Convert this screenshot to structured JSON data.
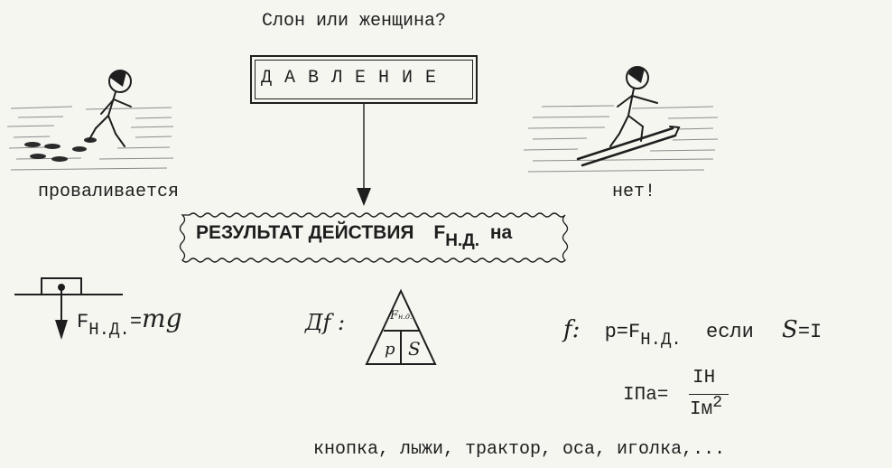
{
  "header": {
    "question": "Слон или женщина?",
    "main_box": "Д А В Л Е Н И Е"
  },
  "left_scene": {
    "caption": "проваливается"
  },
  "right_scene": {
    "caption": "нет!"
  },
  "result_box": {
    "text": "РЕЗУЛЬТАТ ДЕЙСТВИЯ",
    "force_symbol": "F",
    "force_subscript": "Н.Д.",
    "tail": "на"
  },
  "gravity": {
    "force_symbol": "F",
    "force_subscript": "Н.Д.",
    "equals": "=",
    "rhs": "mg"
  },
  "triangle": {
    "label": "Дf :",
    "top": "F",
    "top_subscript": "н.д.",
    "bottom_left": "p",
    "bottom_right": "S"
  },
  "definition": {
    "label": "f:",
    "lhs": "p=F",
    "subscript": "Н.Д.",
    "condition": "если",
    "area_symbol": "S",
    "area_value": "=I"
  },
  "unit": {
    "lhs": "IПа=",
    "numerator": "IН",
    "denominator": "Iм",
    "exponent": "2"
  },
  "examples": {
    "text": "кнопка, лыжи, трактор, оса, иголка,..."
  }
}
